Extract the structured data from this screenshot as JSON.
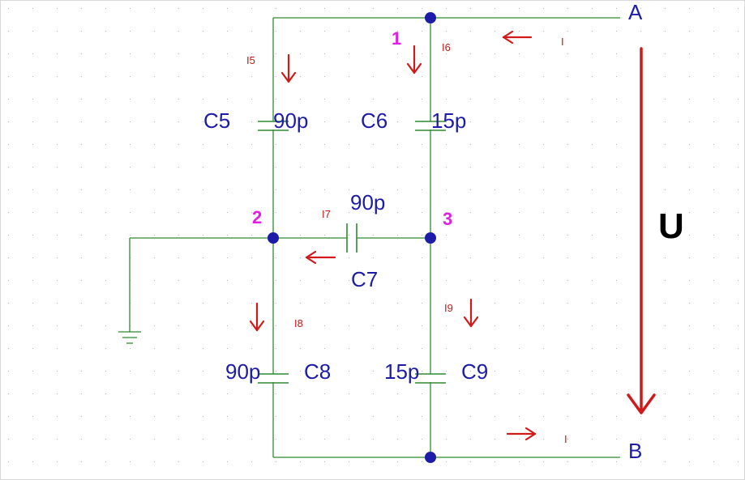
{
  "colors": {
    "wire": "#2e8b2e",
    "node": "#1c1ca8",
    "component_text": "#1c1ca8",
    "node_label": "#e020e0",
    "current_arrow": "#d01a1a",
    "voltage_label": "#000000",
    "grid_dot": "#b4b4b4",
    "background": "#ffffff"
  },
  "terminals": {
    "a": "A",
    "b": "B"
  },
  "voltage": {
    "label": "U"
  },
  "nodes": {
    "n1": "1",
    "n2": "2",
    "n3": "3"
  },
  "capacitors": {
    "c5": {
      "name": "C5",
      "value": "90p"
    },
    "c6": {
      "name": "C6",
      "value": "15p"
    },
    "c7": {
      "name": "C7",
      "value": "90p"
    },
    "c8": {
      "name": "C8",
      "value": "90p"
    },
    "c9": {
      "name": "C9",
      "value": "15p"
    }
  },
  "currents": {
    "i5": "I5",
    "i6": "I6",
    "i7": "I7",
    "i8": "I8",
    "i9": "I9",
    "i_in": "I",
    "i_out": "I"
  },
  "icons": {
    "ground": "ground-icon",
    "junction": "junction-dot-icon",
    "arrow": "current-arrow-icon"
  }
}
